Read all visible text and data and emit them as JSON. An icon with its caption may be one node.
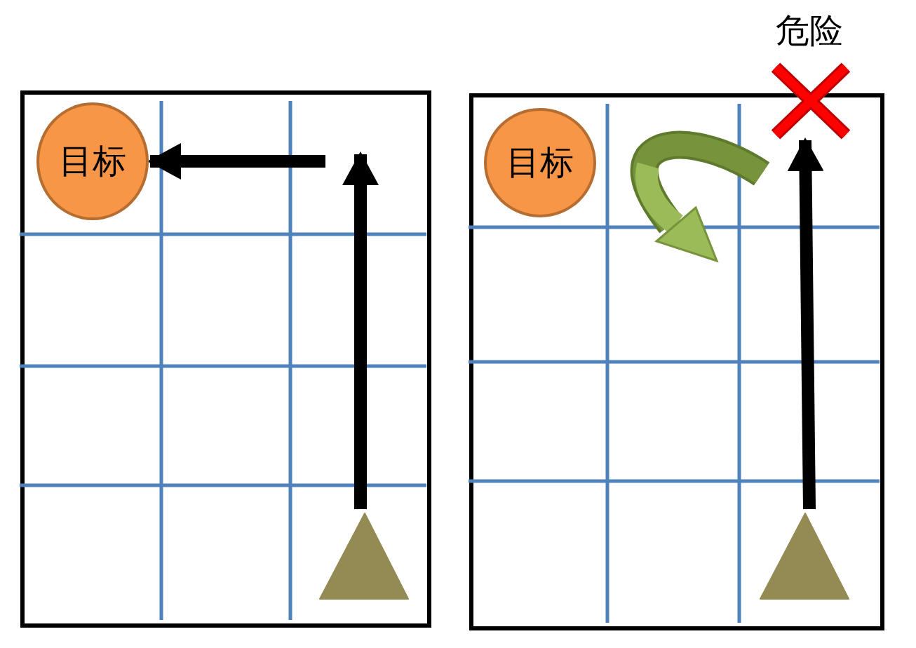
{
  "diagram": {
    "nodes": [
      {
        "text": [
          "目标"
        ]
      },
      {
        "text": [],
        "shape": "triangle"
      },
      {
        "text": [
          "危险"
        ]
      },
      {
        "text": [
          "目标"
        ]
      },
      {
        "text": [],
        "shape": "triangle"
      }
    ],
    "edges": [
      {
        "from": 1,
        "to": null,
        "arrow": "to"
      },
      {
        "from": null,
        "to": 0,
        "arrow": "to"
      },
      {
        "from": 4,
        "to": 2,
        "arrow": "to"
      }
    ]
  }
}
